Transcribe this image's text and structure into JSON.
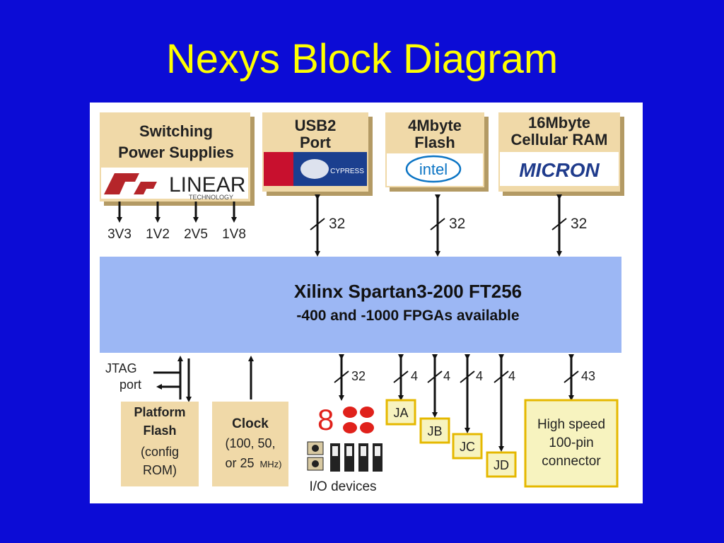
{
  "slide": {
    "title": "Nexys Block Diagram"
  },
  "top_blocks": {
    "power": {
      "line1": "Switching",
      "line2": "Power Supplies",
      "logo_text": "LINEAR",
      "logo_sub": "TECHNOLOGY"
    },
    "usb": {
      "line1": "USB2",
      "line2": "Port",
      "logo_text": "CYPRESS"
    },
    "flash": {
      "line1": "4Mbyte",
      "line2": "Flash",
      "logo_text": "intel"
    },
    "ram": {
      "line1": "16Mbyte",
      "line2": "Cellular RAM",
      "logo_text": "MICRON"
    }
  },
  "voltages": [
    "3V3",
    "1V2",
    "2V5",
    "1V8"
  ],
  "bus_widths_top": [
    "32",
    "32",
    "32"
  ],
  "fpga": {
    "line1": "Xilinx Spartan3-200 FT256",
    "line2": "-400 and -1000 FPGAs available"
  },
  "jtag": {
    "line1": "JTAG",
    "line2": "port"
  },
  "platform_flash": {
    "line1": "Platform",
    "line2": "Flash",
    "line3": "(config",
    "line4": "ROM)"
  },
  "clock": {
    "line1": "Clock",
    "line2": "(100, 50,",
    "line3": "or 25",
    "line3_unit": "MHz)"
  },
  "io": {
    "bus_width": "32",
    "label": "I/O devices",
    "seg_digit": "8"
  },
  "pmods": [
    {
      "label": "JA",
      "width": "4"
    },
    {
      "label": "JB",
      "width": "4"
    },
    {
      "label": "JC",
      "width": "4"
    },
    {
      "label": "JD",
      "width": "4"
    }
  ],
  "highspeed": {
    "width": "43",
    "line1": "High speed",
    "line2": "100-pin",
    "line3": "connector"
  },
  "colors": {
    "background": "#0c0cd6",
    "title": "#ffff00",
    "block_fill": "#f0d9a8",
    "fpga_fill": "#9cb7f4",
    "pmod_fill": "#f7f3bf",
    "pmod_border": "#e5b800"
  }
}
